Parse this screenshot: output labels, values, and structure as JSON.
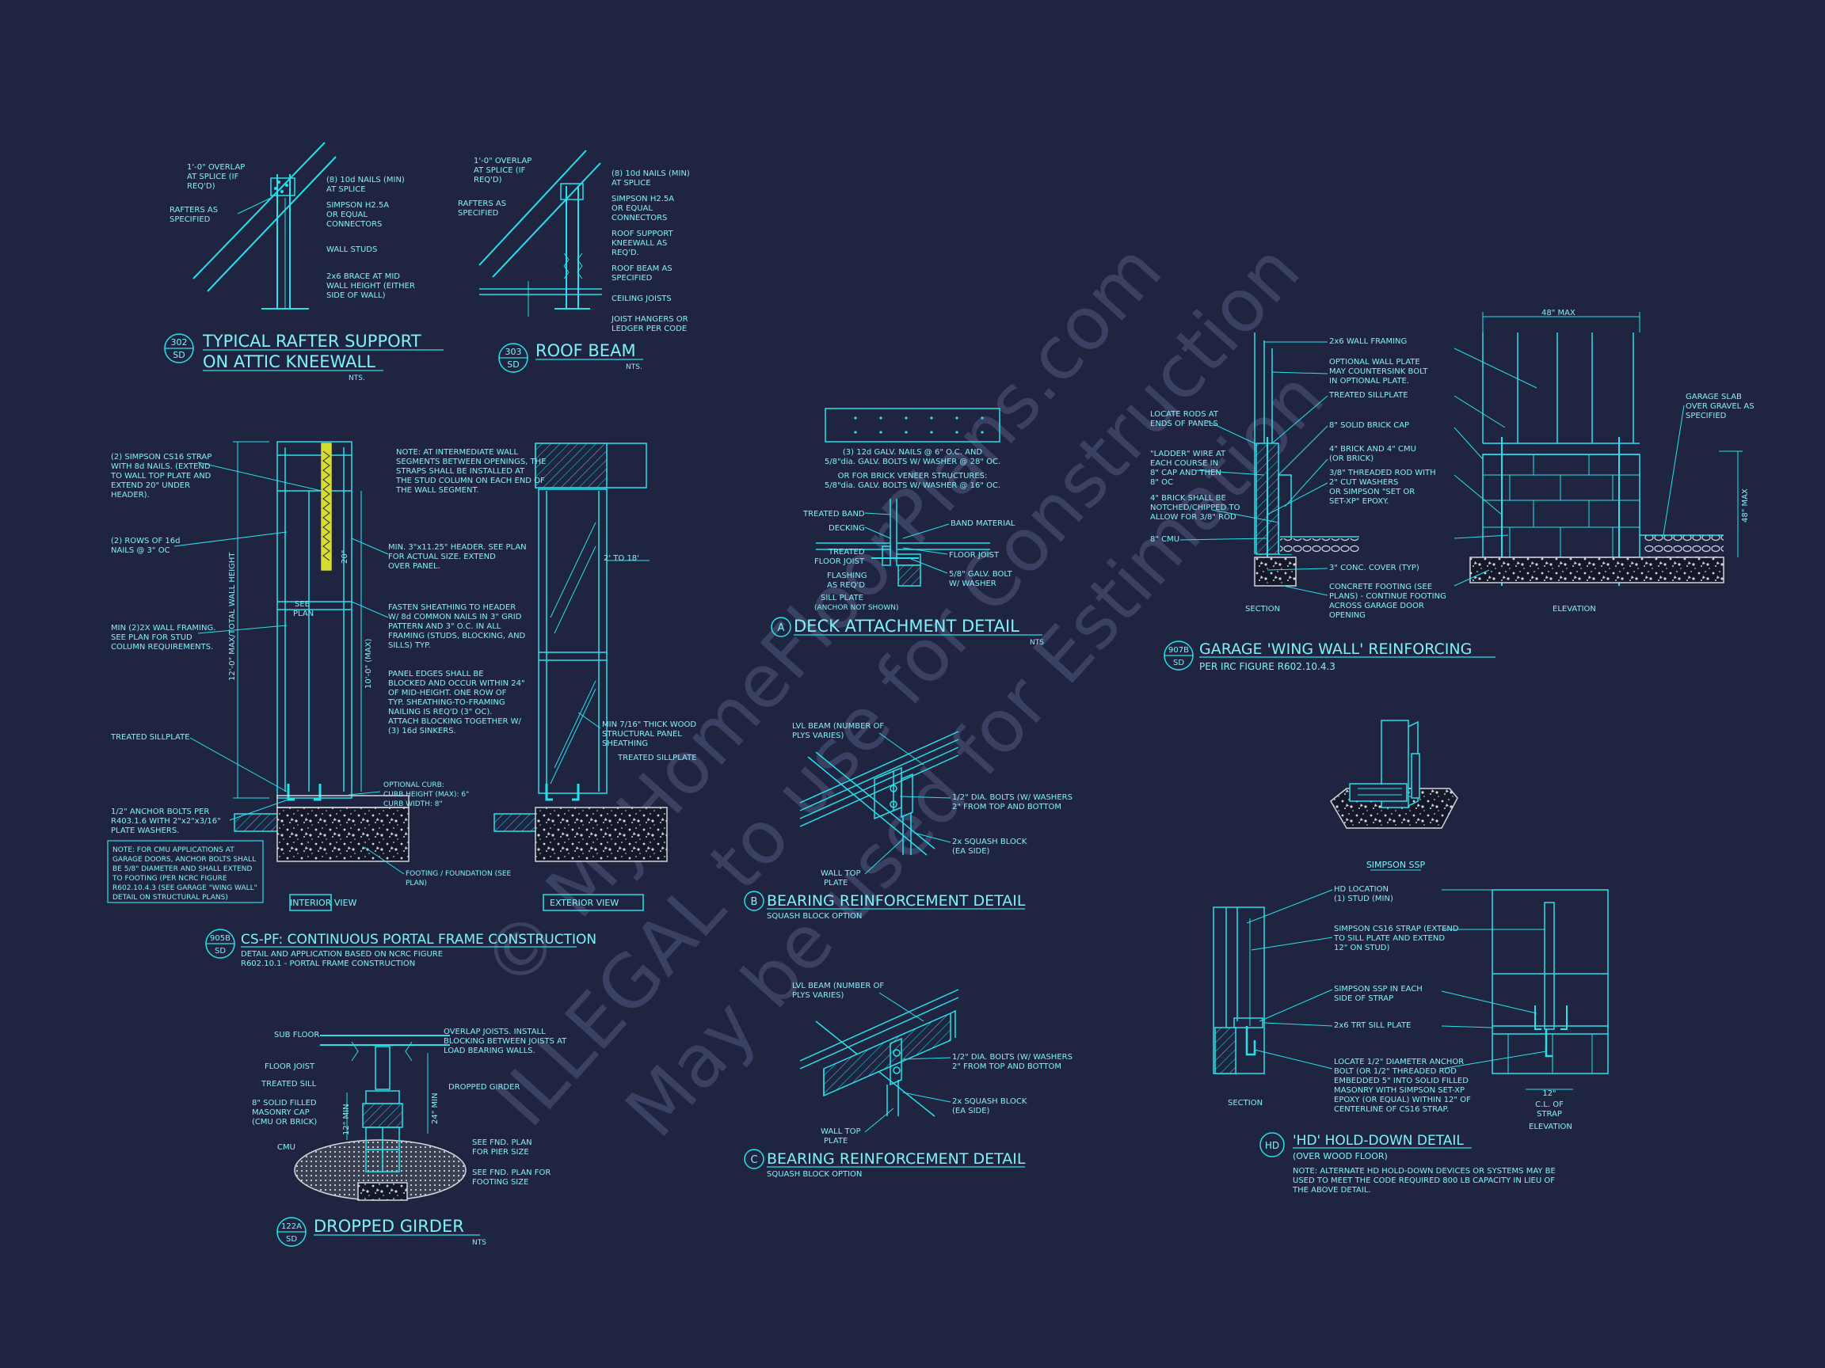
{
  "colors": {
    "background": "#1f2540",
    "line": "#28e0ea",
    "text": "#7ef2f8",
    "highlight": "#d7dc32",
    "fill": "#cfd6dc",
    "watermark": "#3a4162"
  },
  "watermark": {
    "line1": "© MyHomeFloorPlans.com",
    "line2": "ILLEGAL to use for Construction",
    "line3": "May be used for Estimation"
  },
  "details": {
    "rafter": {
      "num": "302",
      "sheet": "SD",
      "title_1": "TYPICAL RAFTER SUPPORT",
      "title_2": "ON ATTIC KNEEWALL",
      "scale": "NTS.",
      "notes": [
        "1'-0\" OVERLAP",
        "AT SPLICE (IF",
        "REQ'D)",
        "RAFTERS AS",
        "SPECIFIED",
        "(8) 10d NAILS (MIN)",
        "AT SPLICE",
        "SIMPSON H2.5A",
        "OR EQUAL",
        "CONNECTORS",
        "WALL STUDS",
        "2x6 BRACE AT MID",
        "WALL HEIGHT (EITHER",
        "SIDE OF WALL)"
      ]
    },
    "roof_beam": {
      "num": "303",
      "sheet": "SD",
      "title": "ROOF BEAM",
      "scale": "NTS.",
      "notes": [
        "1'-0\" OVERLAP",
        "AT SPLICE (IF",
        "REQ'D)",
        "RAFTERS AS",
        "SPECIFIED",
        "(8) 10d NAILS (MIN)",
        "AT SPLICE",
        "SIMPSON H2.5A",
        "OR EQUAL",
        "CONNECTORS",
        "ROOF SUPPORT",
        "KNEEWALL AS",
        "REQ'D.",
        "ROOF BEAM AS",
        "SPECIFIED",
        "CEILING JOISTS",
        "JOIST HANGERS OR",
        "LEDGER PER CODE"
      ]
    },
    "portal": {
      "num": "905B",
      "sheet": "SD",
      "title": "CS-PF: CONTINUOUS PORTAL FRAME CONSTRUCTION",
      "sub_1": "DETAIL AND APPLICATION BASED ON NCRC FIGURE",
      "sub_2": "R602.10.1 - PORTAL FRAME CONSTRUCTION",
      "interior_label": "INTERIOR VIEW",
      "exterior_label": "EXTERIOR VIEW",
      "dim_total": "12'-0\" MAX/TOTAL WALL HEIGHT",
      "dim_wall": "10'-0\" (MAX)",
      "dim_header": "20\"",
      "dim_2to18": "2' TO 18'",
      "see_plan_1": "SEE",
      "see_plan_2": "PLAN",
      "left_notes": [
        "(2) SIMPSON CS16 STRAP",
        "WITH 8d NAILS. (EXTEND",
        "TO WALL TOP PLATE AND",
        "EXTEND 20\" UNDER",
        "HEADER).",
        "(2) ROWS OF 16d",
        "NAILS @ 3\" OC",
        "MIN (2)2X WALL FRAMING.",
        "SEE PLAN FOR STUD",
        "COLUMN REQUIREMENTS.",
        "TREATED SILLPLATE",
        "1/2\" ANCHOR BOLTS PER",
        "R403.1.6 WITH 2\"x2\"x3/16\"",
        "PLATE WASHERS."
      ],
      "box_note": [
        "NOTE: FOR CMU APPLICATIONS AT",
        "GARAGE DOORS, ANCHOR BOLTS SHALL",
        "BE 5/8\" DIAMETER AND SHALL EXTEND",
        "TO FOOTING (PER NCRC FIGURE",
        "R602.10.4.3 (SEE GARAGE \"WING WALL\"",
        "DETAIL ON STRUCTURAL PLANS)"
      ],
      "mid_notes": [
        "NOTE: AT INTERMEDIATE WALL",
        "SEGMENTS BETWEEN OPENINGS, THE",
        "STRAPS SHALL BE INSTALLED AT",
        "THE STUD COLUMN ON EACH END OF",
        "THE WALL SEGMENT.",
        "MIN. 3\"x11.25\" HEADER. SEE PLAN",
        "FOR ACTUAL SIZE. EXTEND",
        "OVER PANEL.",
        "FASTEN SHEATHING TO HEADER",
        "W/ 8d COMMON NAILS IN 3\" GRID",
        "PATTERN AND 3\" O.C. IN ALL",
        "FRAMING (STUDS, BLOCKING, AND",
        "SILLS) TYP.",
        "PANEL EDGES SHALL BE",
        "BLOCKED AND OCCUR WITHIN 24\"",
        "OF MID-HEIGHT. ONE ROW OF",
        "TYP. SHEATHING-TO-FRAMING",
        "NAILING IS REQ'D (3\" OC).",
        "ATTACH BLOCKING TOGETHER W/",
        "(3) 16d SINKERS.",
        "OPTIONAL CURB:",
        "CURB HEIGHT (MAX): 6\"",
        "CURB WIDTH: 8\"",
        "FOOTING / FOUNDATION (SEE",
        "PLAN)"
      ],
      "right_notes": [
        "MIN 7/16\" THICK WOOD",
        "STRUCTURAL PANEL",
        "SHEATHING",
        "TREATED SILLPLATE"
      ]
    },
    "girder": {
      "num": "122A",
      "sheet": "SD",
      "title": "DROPPED GIRDER",
      "scale": "NTS",
      "notes": [
        "SUB FLOOR",
        "FLOOR JOIST",
        "TREATED SILL",
        "8\" SOLID FILLED",
        "MASONRY CAP",
        "(CMU OR BRICK)",
        "CMU",
        "OVERLAP JOISTS. INSTALL",
        "BLOCKING BETWEEN JOISTS AT",
        "LOAD BEARING WALLS.",
        "DROPPED GIRDER",
        "SEE FND. PLAN",
        "FOR PIER SIZE",
        "SEE FND. PLAN FOR",
        "FOOTING SIZE"
      ],
      "dim_24": "24\" MIN",
      "dim_12": "12\" MIN"
    },
    "deck": {
      "letter": "A",
      "title": "DECK ATTACHMENT DETAIL",
      "scale": "NTS",
      "notes": [
        "(3) 12d GALV. NAILS @ 6\" O.C. AND",
        "5/8\"dia. GALV. BOLTS W/ WASHER @ 28\" OC.",
        "OR FOR BRICK VENEER STRUCTURES:",
        "5/8\"dia. GALV. BOLTS W/ WASHER @ 16\" OC.",
        "TREATED BAND",
        "DECKING",
        "TREATED",
        "FLOOR JOIST",
        "FLASHING",
        "AS REQ'D",
        "SILL PLATE",
        "(ANCHOR NOT SHOWN)",
        "BAND MATERIAL",
        "FLOOR JOIST",
        "5/8\" GALV. BOLT",
        "W/ WASHER"
      ]
    },
    "bearing_b": {
      "letter": "B",
      "title": "BEARING REINFORCEMENT DETAIL",
      "sub": "SQUASH BLOCK OPTION",
      "notes": [
        "LVL BEAM (NUMBER OF",
        "PLYS VARIES)",
        "1/2\" DIA. BOLTS (W/ WASHERS",
        "2\" FROM TOP AND BOTTOM",
        "2x SQUASH BLOCK",
        "(EA SIDE)",
        "WALL TOP",
        "PLATE"
      ]
    },
    "bearing_c": {
      "letter": "C",
      "title": "BEARING REINFORCEMENT DETAIL",
      "sub": "SQUASH BLOCK OPTION",
      "notes": [
        "LVL BEAM (NUMBER OF",
        "PLYS VARIES)",
        "1/2\" DIA. BOLTS (W/ WASHERS",
        "2\" FROM TOP AND BOTTOM",
        "2x SQUASH BLOCK",
        "(EA SIDE)",
        "WALL TOP",
        "PLATE"
      ]
    },
    "garage": {
      "num": "907B",
      "sheet": "SD",
      "title": "GARAGE 'WING WALL' REINFORCING",
      "sub": "PER IRC FIGURE R602.10.4.3",
      "section_label": "SECTION",
      "elevation_label": "ELEVATION",
      "dim_48w": "48\" MAX",
      "dim_48h": "48\" MAX",
      "notes": [
        "LOCATE RODS AT",
        "ENDS OF PANELS",
        "\"LADDER\" WIRE AT",
        "EACH COURSE IN",
        "8\" CAP AND THEN",
        "8\" OC",
        "4\" BRICK SHALL BE",
        "NOTCHED/CHIPPED TO",
        "ALLOW FOR 3/8\" ROD",
        "8\" CMU",
        "2x6 WALL FRAMING",
        "OPTIONAL WALL PLATE",
        "MAY COUNTERSINK BOLT",
        "IN OPTIONAL PLATE.",
        "TREATED SILLPLATE",
        "8\" SOLID BRICK CAP",
        "4\" BRICK AND 4\" CMU",
        "(OR BRICK)",
        "3/8\" THREADED ROD WITH",
        "2\" CUT WASHERS",
        "OR SIMPSON \"SET OR",
        "SET-XP\" EPOXY.",
        "3\" CONC. COVER (TYP)",
        "CONCRETE FOOTING (SEE",
        "PLANS) - CONTINUE FOOTING",
        "ACROSS GARAGE DOOR",
        "OPENING",
        "GARAGE SLAB",
        "OVER GRAVEL AS",
        "SPECIFIED"
      ]
    },
    "ssp": {
      "label": "SIMPSON SSP"
    },
    "holddown": {
      "letter": "HD",
      "title": "'HD' HOLD-DOWN DETAIL",
      "sub": "(OVER WOOD FLOOR)",
      "section_label": "SECTION",
      "elevation_label": "ELEVATION",
      "dim_1": "12\"",
      "dim_2": "C.L. OF",
      "dim_3": "STRAP",
      "notes": [
        "HD LOCATION",
        "(1) STUD (MIN)",
        "SIMPSON CS16 STRAP (EXTEND",
        "TO SILL PLATE AND EXTEND",
        "12\" ON STUD)",
        "SIMPSON SSP IN EACH",
        "SIDE OF STRAP",
        "2x6 TRT SILL PLATE",
        "LOCATE 1/2\" DIAMETER ANCHOR",
        "BOLT (OR 1/2\" THREADED ROD",
        "EMBEDDED 5\" INTO SOLID FILLED",
        "MASONRY WITH SIMPSON SET-XP",
        "EPOXY (OR EQUAL) WITHIN 12\" OF",
        "CENTERLINE OF CS16 STRAP."
      ],
      "footnote": [
        "NOTE: ALTERNATE HD HOLD-DOWN DEVICES OR SYSTEMS MAY BE",
        "USED TO MEET THE CODE REQUIRED 800 LB CAPACITY IN LIEU OF",
        "THE ABOVE DETAIL."
      ]
    }
  }
}
